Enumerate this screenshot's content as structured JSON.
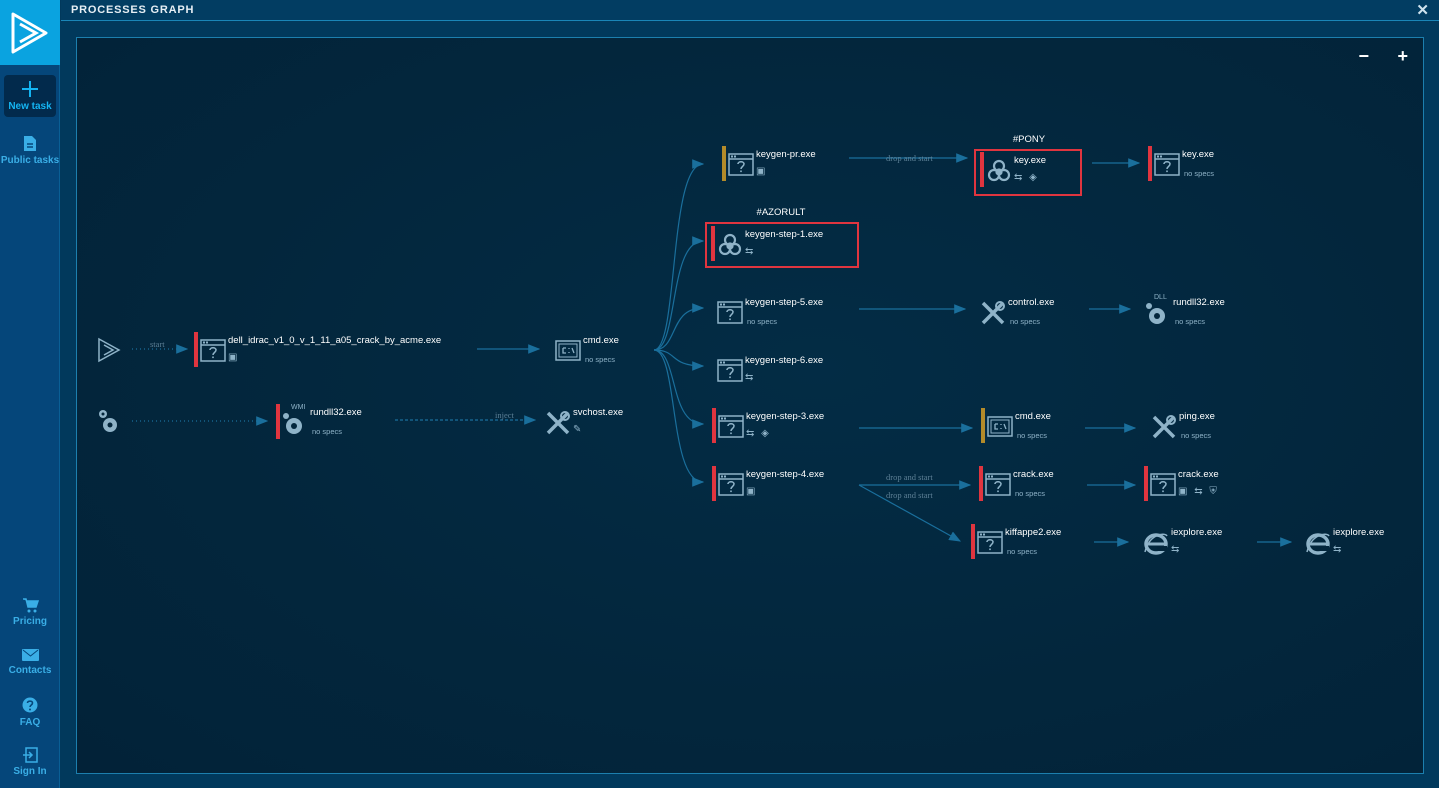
{
  "sidebar": {
    "items": [
      {
        "label": "New task",
        "icon": "plus-icon"
      },
      {
        "label": "Public tasks",
        "icon": "document-icon"
      },
      {
        "label": "Pricing",
        "icon": "cart-icon"
      },
      {
        "label": "Contacts",
        "icon": "envelope-icon"
      },
      {
        "label": "FAQ",
        "icon": "question-icon"
      },
      {
        "label": "Sign In",
        "icon": "sign-in-icon"
      }
    ]
  },
  "header": {
    "title": "PROCESSES GRAPH",
    "close": "✕"
  },
  "zoom": {
    "out": "−",
    "in": "+"
  },
  "colors": {
    "danger": "#e0353f",
    "warning": "#b38b2a",
    "edge": "#1a6f9c",
    "accent": "#0aa3e0"
  },
  "tags": {
    "pony": "#PONY",
    "azorult": "#AZORULT"
  },
  "edge_labels": {
    "start": "start",
    "inject": "inject",
    "drop1": "drop and start",
    "drop2": "drop and start",
    "drop3": "drop and start"
  },
  "nodes": [
    {
      "name": "dell_idrac_v1_0_v_1_11_a05_crack_by_acme.exe",
      "icon": "window-question-icon",
      "bar": "danger",
      "badges": "▣"
    },
    {
      "name": "cmd.exe",
      "icon": "cmd-icon",
      "sub": "no specs"
    },
    {
      "name": "rundll32.exe",
      "icon": "wmi-gear-icon",
      "bar": "danger",
      "sub": "no specs"
    },
    {
      "name": "svchost.exe",
      "icon": "tools-icon",
      "badges": "✎"
    },
    {
      "name": "keygen-pr.exe",
      "icon": "window-question-icon",
      "bar": "warning",
      "badges": "▣"
    },
    {
      "name": "key.exe",
      "icon": "biohazard-icon",
      "bar": "danger",
      "badges": "⇆ ◈"
    },
    {
      "name": "key.exe",
      "icon": "window-question-icon",
      "bar": "danger",
      "sub": "no specs"
    },
    {
      "name": "keygen-step-1.exe",
      "icon": "biohazard-icon",
      "bar": "danger",
      "badges": "⇆"
    },
    {
      "name": "keygen-step-5.exe",
      "icon": "window-question-icon",
      "sub": "no specs"
    },
    {
      "name": "control.exe",
      "icon": "tools-icon",
      "sub": "no specs"
    },
    {
      "name": "rundll32.exe",
      "icon": "dll-gear-icon",
      "sub": "no specs"
    },
    {
      "name": "keygen-step-6.exe",
      "icon": "window-question-icon",
      "badges": "⇆"
    },
    {
      "name": "keygen-step-3.exe",
      "icon": "window-question-icon",
      "bar": "danger",
      "badges": "⇆ ◈"
    },
    {
      "name": "cmd.exe",
      "icon": "cmd-icon",
      "bar": "warning",
      "sub": "no specs"
    },
    {
      "name": "ping.exe",
      "icon": "tools-icon",
      "sub": "no specs"
    },
    {
      "name": "keygen-step-4.exe",
      "icon": "window-question-icon",
      "bar": "danger",
      "badges": "▣"
    },
    {
      "name": "crack.exe",
      "icon": "window-question-icon",
      "bar": "danger",
      "sub": "no specs"
    },
    {
      "name": "crack.exe",
      "icon": "window-question-icon",
      "bar": "danger",
      "badges": "▣ ⇆ ⛨"
    },
    {
      "name": "kiffappe2.exe",
      "icon": "window-question-icon",
      "bar": "danger",
      "sub": "no specs"
    },
    {
      "name": "iexplore.exe",
      "icon": "internet-explorer-icon",
      "badges": "⇆"
    },
    {
      "name": "iexplore.exe",
      "icon": "internet-explorer-icon",
      "badges": "⇆"
    }
  ]
}
